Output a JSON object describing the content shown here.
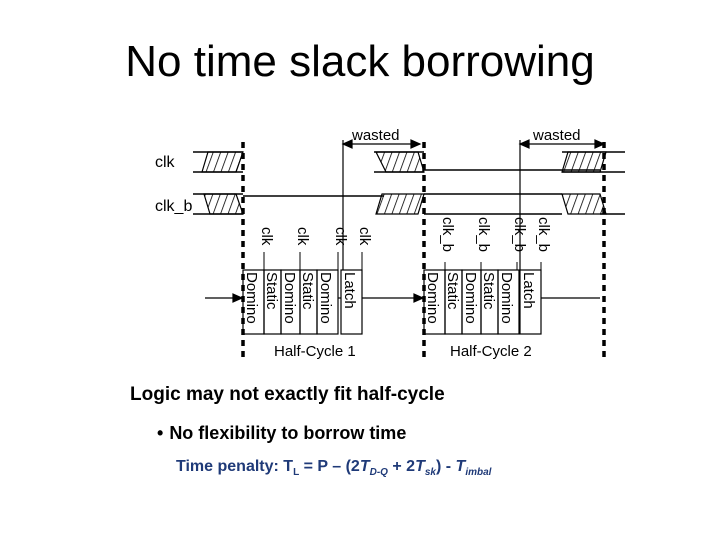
{
  "title": "No time slack borrowing",
  "diagram": {
    "signals": [
      "clk",
      "clk_b"
    ],
    "wasted_label": "wasted",
    "half_cycles": [
      {
        "label": "Half-Cycle 1",
        "clocks": [
          "clk",
          "clk",
          "clk",
          "clk"
        ],
        "blocks": [
          "Domino",
          "Static",
          "Domino",
          "Static",
          "Domino",
          "Latch"
        ]
      },
      {
        "label": "Half-Cycle 2",
        "clocks": [
          "clk_b",
          "clk_b",
          "clk_b",
          "clk_b"
        ],
        "blocks": [
          "Domino",
          "Static",
          "Domino",
          "Static",
          "Domino",
          "Latch"
        ]
      }
    ]
  },
  "bullets": {
    "main": "Logic may not exactly fit half-cycle",
    "sub": "No flexibility to borrow time",
    "penalty": {
      "prefix": "Time penalty: T",
      "sub_L": "L",
      "eq": " = P – (2",
      "T1": "T",
      "sub_DQ": "D-Q",
      "plus": " + 2",
      "T2": "T",
      "sub_sk": "sk",
      "close": ") - ",
      "T3": "T",
      "sub_imbal": "imbal"
    }
  }
}
